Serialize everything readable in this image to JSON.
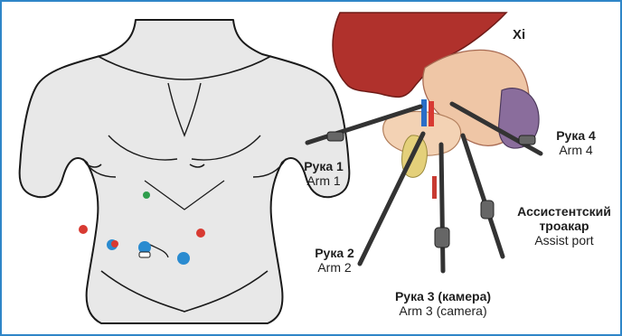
{
  "title_xi": "Xi",
  "labels": {
    "arm1": {
      "ru": "Рука 1",
      "en": "Arm 1"
    },
    "arm2": {
      "ru": "Рука 2",
      "en": "Arm 2"
    },
    "arm3": {
      "ru": "Рука 3 (камера)",
      "en": "Arm 3 (camera)"
    },
    "arm4": {
      "ru": "Рука 4",
      "en": "Arm 4"
    },
    "assist": {
      "ru_line1": "Ассистентский",
      "ru_line2": "троакар",
      "en": "Assist port"
    }
  },
  "colors": {
    "border": "#2f86c8",
    "port_red": "#d83a32",
    "port_blue": "#2a8bd0",
    "port_green": "#2e9d4c",
    "liver": "#b0312c"
  }
}
